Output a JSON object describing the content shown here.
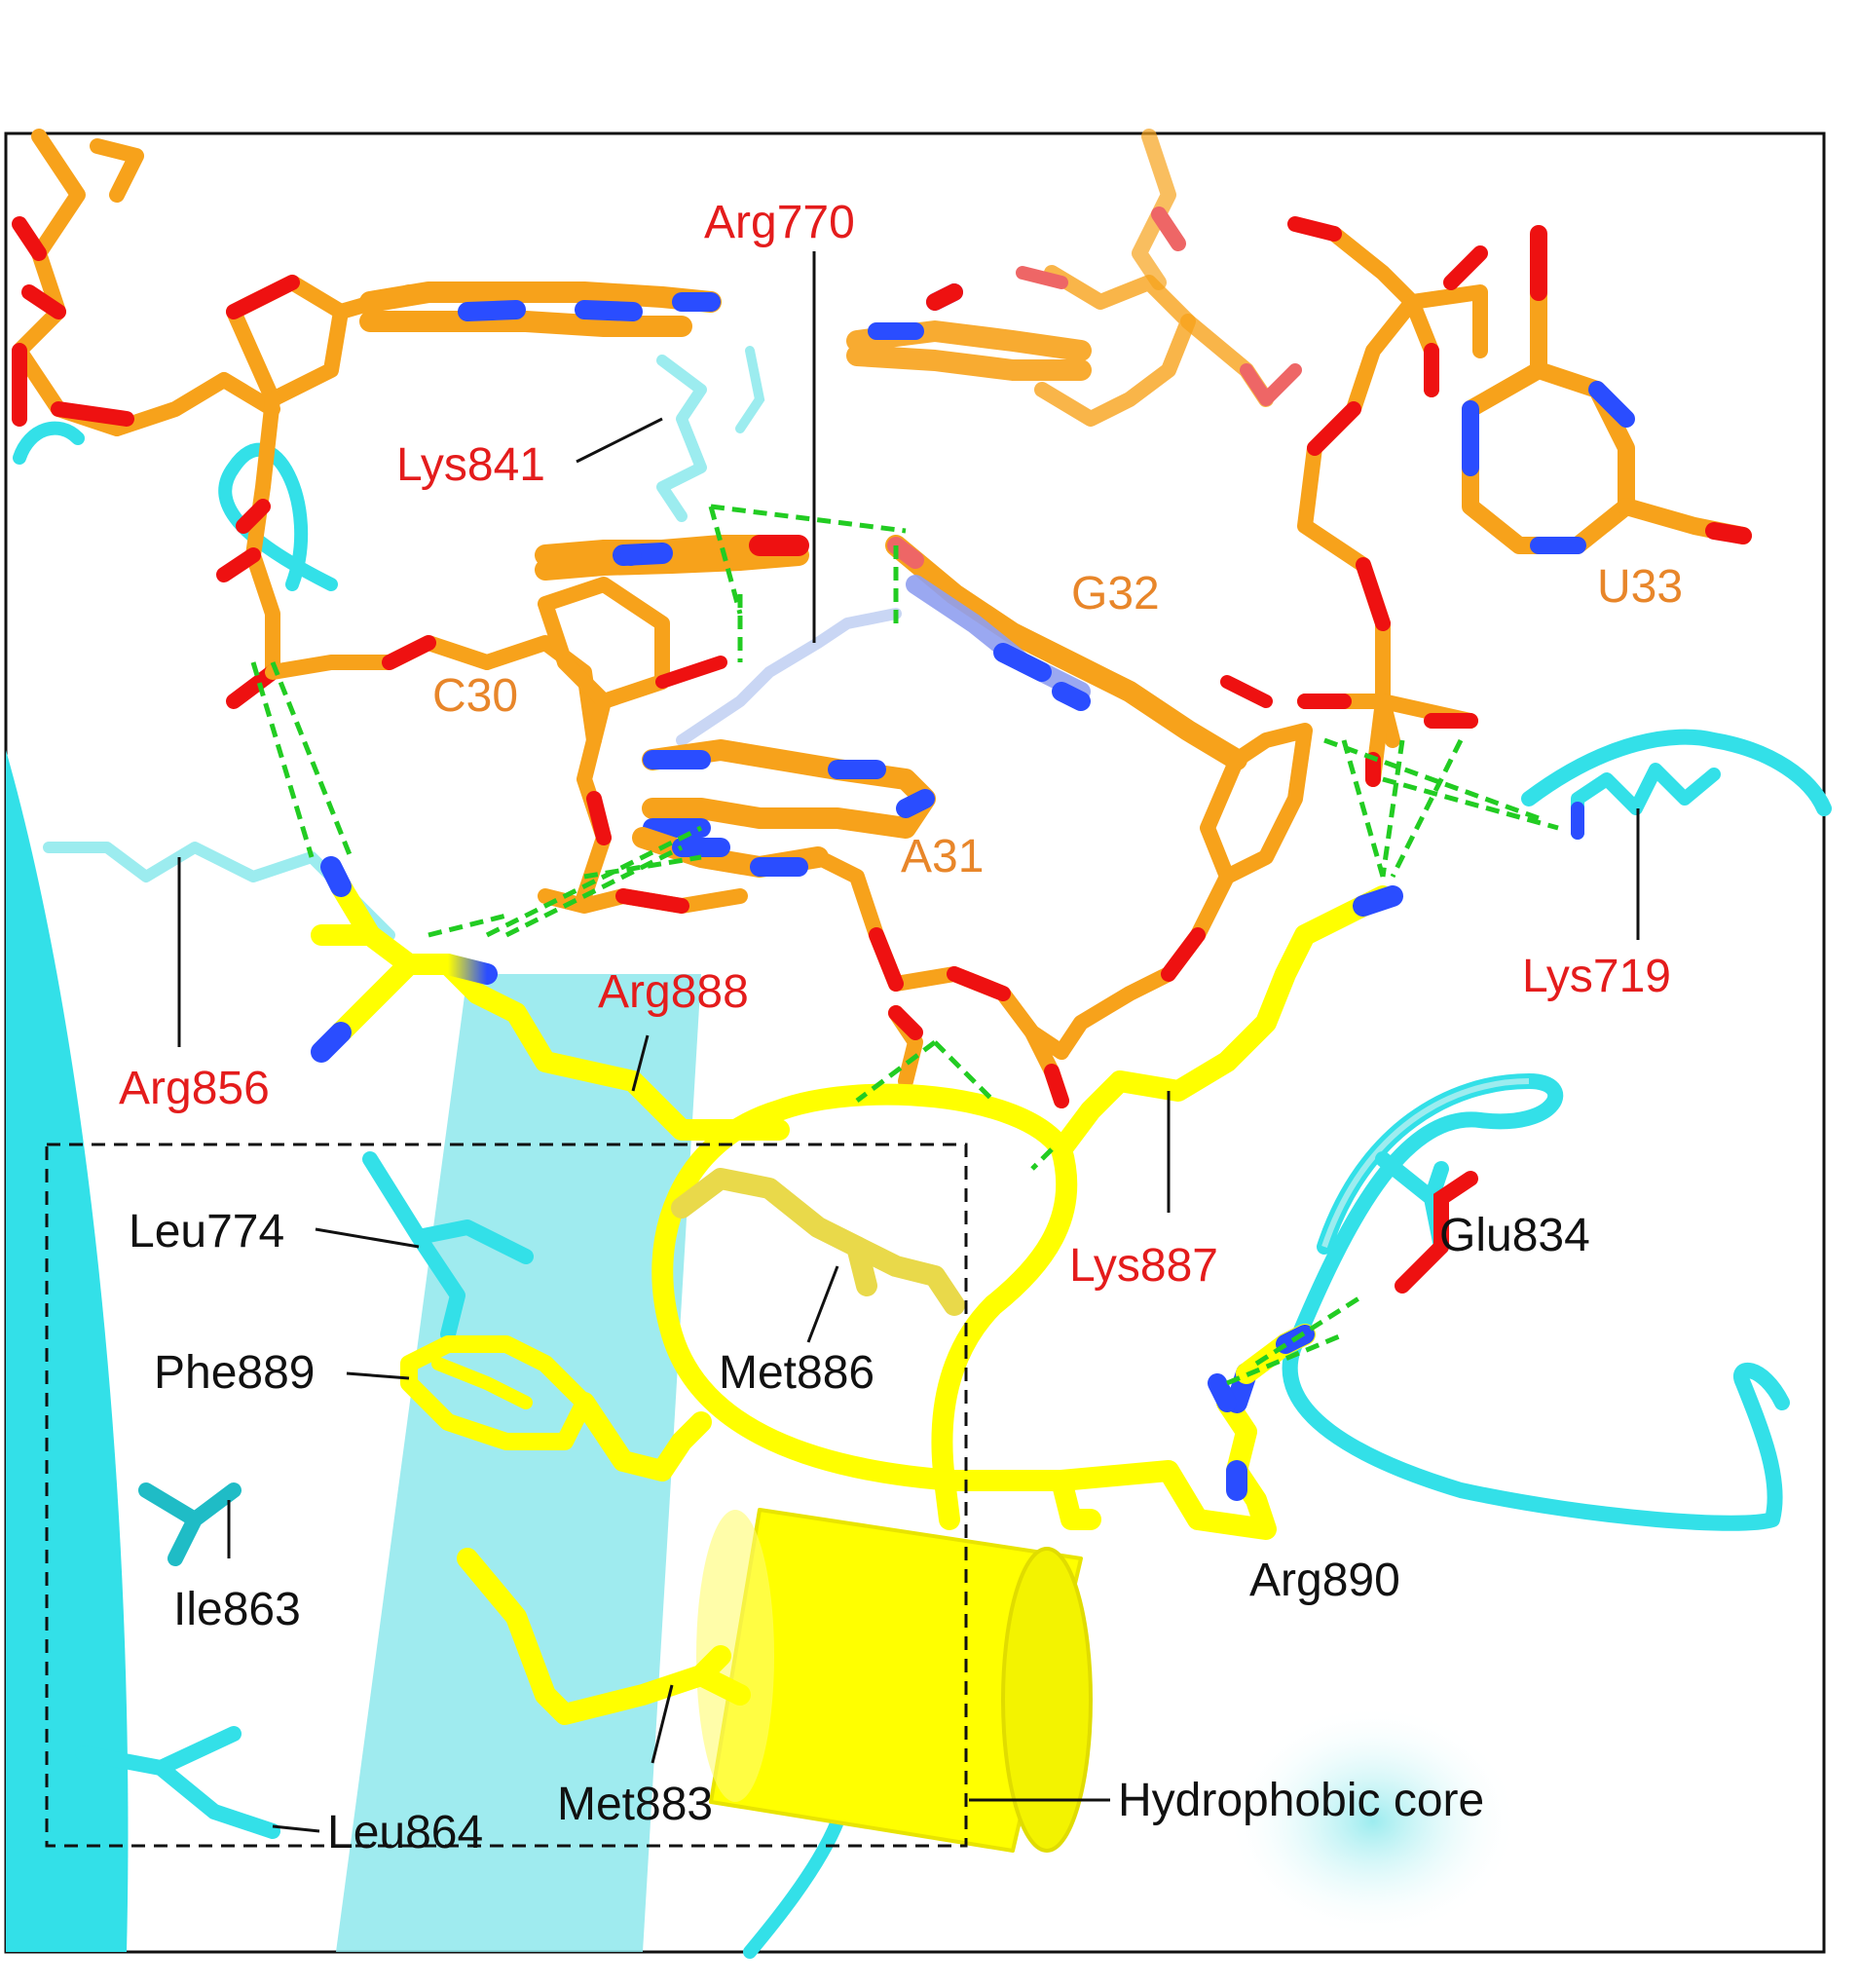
{
  "colors": {
    "protein": "#33e0e8",
    "protein_light": "#9cecef",
    "highlight_segment": "#ffff00",
    "rna_carbon": "#f7a21b",
    "oxygen": "#ee1111",
    "nitrogen": "#2a4dff",
    "hbond": "#22cc22",
    "label_key_residue": "#e41c1c",
    "label_nucleotide": "#e8862a",
    "label_other": "#111111"
  },
  "labels": {
    "arg770": "Arg770",
    "lys841": "Lys841",
    "g32": "G32",
    "u33": "U33",
    "c30": "C30",
    "a31": "A31",
    "lys719": "Lys719",
    "arg888": "Arg888",
    "arg856": "Arg856",
    "lys887": "Lys887",
    "glu834": "Glu834",
    "leu774": "Leu774",
    "met886": "Met886",
    "phe889": "Phe889",
    "ile863": "Ile863",
    "arg890": "Arg890",
    "met883": "Met883",
    "leu864": "Leu864",
    "hydrophobic_core": "Hydrophobic core"
  }
}
